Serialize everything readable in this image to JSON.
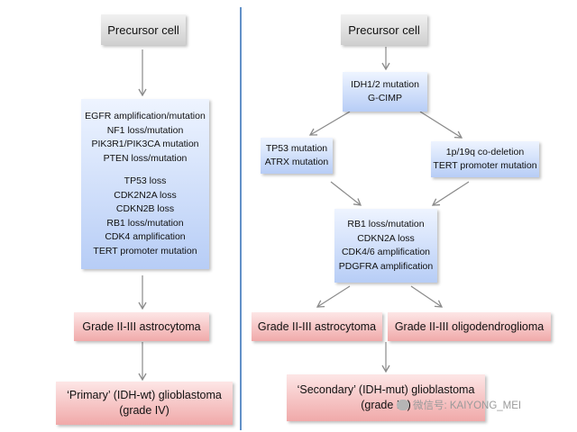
{
  "left": {
    "precursor": "Precursor cell",
    "alterations_group1": [
      "EGFR amplification/mutation",
      "NF1 loss/mutation",
      "PIK3R1/PIK3CA mutation",
      "PTEN loss/mutation"
    ],
    "alterations_group2": [
      "TP53 loss",
      "CDK2N2A loss",
      "CDKN2B loss",
      "RB1 loss/mutation",
      "CDK4 amplification",
      "TERT promoter mutation"
    ],
    "grade_box": "Grade II-III astrocytoma",
    "final": [
      "‘Primary’ (IDH-wt) glioblastoma",
      "(grade IV)"
    ]
  },
  "right": {
    "precursor": "Precursor cell",
    "idh": [
      "IDH1/2 mutation",
      "G-CIMP"
    ],
    "branch_left": [
      "TP53 mutation",
      "ATRX mutation"
    ],
    "branch_right": [
      "1p/19q co-deletion",
      "TERT promoter mutation"
    ],
    "merged": [
      "RB1 loss/mutation",
      "CDKN2A loss",
      "CDK4/6 amplification",
      "PDGFRA amplification"
    ],
    "astro": "Grade II-III astrocytoma",
    "oligo": "Grade II-III oligodendroglioma",
    "final": [
      "‘Secondary’ (IDH-mut) glioblastoma",
      "(grade IV)"
    ]
  },
  "watermark": "微信号: KAIYONG_MEI",
  "colors": {
    "divider": "#2f6db5",
    "arrow": "#8a8a8a"
  }
}
